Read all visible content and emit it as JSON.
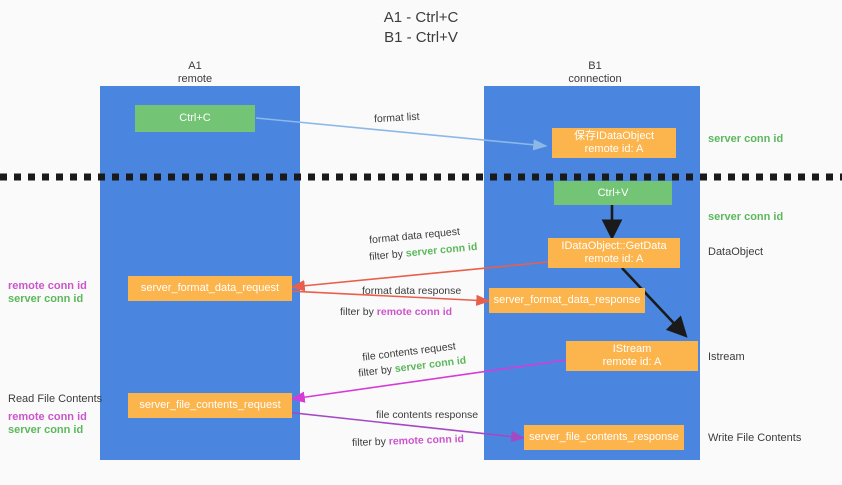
{
  "title": {
    "line1": "A1 - Ctrl+C",
    "line2": "B1 - Ctrl+V"
  },
  "lanes": [
    {
      "id": "a1",
      "name": "A1",
      "sub": "remote"
    },
    {
      "id": "b1",
      "name": "B1",
      "sub": "connection"
    }
  ],
  "boxes": {
    "ctrl_c": "Ctrl+C",
    "ctrl_v": "Ctrl+V",
    "save_idataobject_l1": "保存IDataObject",
    "save_idataobject_l2": "remote id: A",
    "getdata_l1": "IDataObject::GetData",
    "getdata_l2": "remote id: A",
    "istream_l1": "IStream",
    "istream_l2": "remote id: A",
    "server_format_data_request": "server_format_data_request",
    "server_format_data_response": "server_format_data_response",
    "server_file_contents_request": "server_file_contents_request",
    "server_file_contents_response": "server_file_contents_response"
  },
  "right_labels": {
    "server_conn_id_top": "server conn id",
    "server_conn_id_mid": "server conn id",
    "dataobject": "DataObject",
    "istream": "Istream",
    "write_file_contents": "Write File Contents"
  },
  "left_labels": {
    "remote_conn_id_1": "remote conn id",
    "server_conn_id_1": "server conn id",
    "read_file_contents": "Read File Contents",
    "remote_conn_id_2": "remote conn id",
    "server_conn_id_2": "server conn id"
  },
  "captions": {
    "format_list": "format list",
    "format_data_request": "format data request",
    "format_data_request_filter_prefix": "filter by ",
    "format_data_request_filter_value": "server conn id",
    "format_data_response": "format data response",
    "format_data_response_filter_prefix": "filter by ",
    "format_data_response_filter_value": "remote conn id",
    "file_contents_request": "file contents request",
    "file_contents_request_filter_prefix": "filter by ",
    "file_contents_request_filter_value": "server conn id",
    "file_contents_response": "file contents response",
    "file_contents_response_filter_prefix": "filter by ",
    "file_contents_response_filter_value": "remote conn id"
  },
  "colors": {
    "lane": "#4a86e0",
    "green_box": "#74c476",
    "orange_box": "#fcb44c",
    "accent_green": "#5cb85c",
    "accent_purple": "#cc55cc",
    "arrow_lightblue": "#8cb8e8",
    "arrow_red": "#e8604c",
    "arrow_magenta": "#d63bd6",
    "arrow_purple": "#a349c4",
    "arrow_black": "#1a1a1a",
    "background": "#fafafa"
  }
}
